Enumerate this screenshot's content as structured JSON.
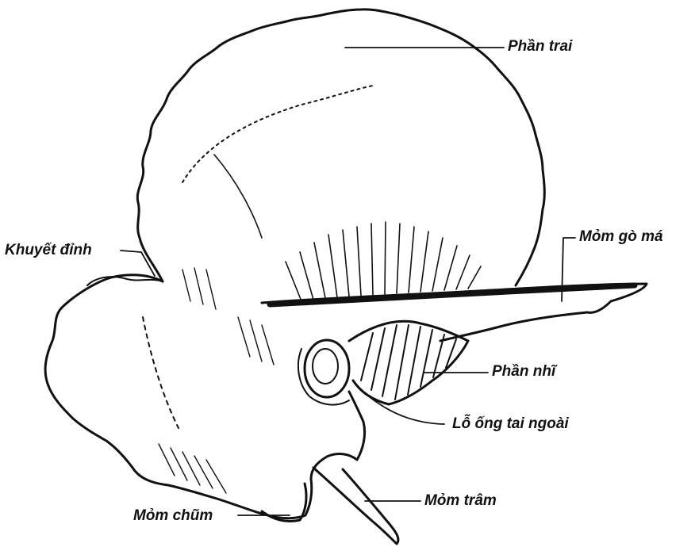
{
  "diagram": {
    "subject": "temporal-bone",
    "colors": {
      "ink": "#111111",
      "paper": "#ffffff"
    },
    "labels": {
      "squamous": "Phần trai",
      "zygomatic_process": "Mỏm gò má",
      "parietal_notch": "Khuyết đỉnh",
      "tympanic_part": "Phần nhĩ",
      "external_acoustic_meatus": "Lỗ ống tai ngoài",
      "styloid_process": "Mỏm trâm",
      "mastoid_process": "Mỏm chũm"
    }
  }
}
